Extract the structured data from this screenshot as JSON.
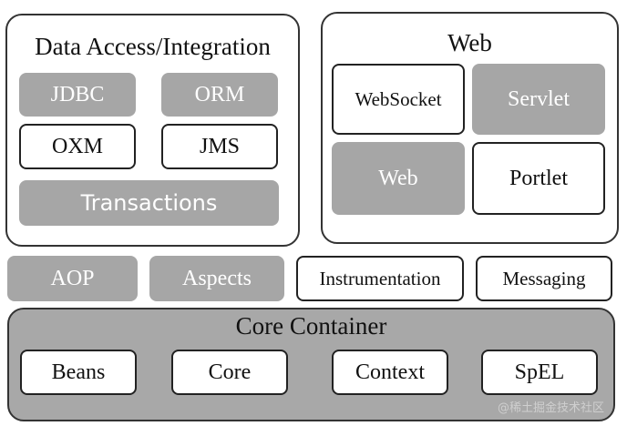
{
  "data_access": {
    "title": "Data Access/Integration",
    "jdbc": "JDBC",
    "orm": "ORM",
    "oxm": "OXM",
    "jms": "JMS",
    "transactions": "Transactions"
  },
  "web": {
    "title": "Web",
    "websocket": "WebSocket",
    "servlet": "Servlet",
    "web": "Web",
    "portlet": "Portlet"
  },
  "middle": {
    "aop": "AOP",
    "aspects": "Aspects",
    "instrumentation": "Instrumentation",
    "messaging": "Messaging"
  },
  "core_container": {
    "title": "Core Container",
    "beans": "Beans",
    "core": "Core",
    "context": "Context",
    "spel": "SpEL"
  },
  "watermark": "@稀土掘金技术社区",
  "colors": {
    "gray_fill": "#a6a6a6",
    "border": "#222222",
    "white_text": "#ffffff"
  }
}
